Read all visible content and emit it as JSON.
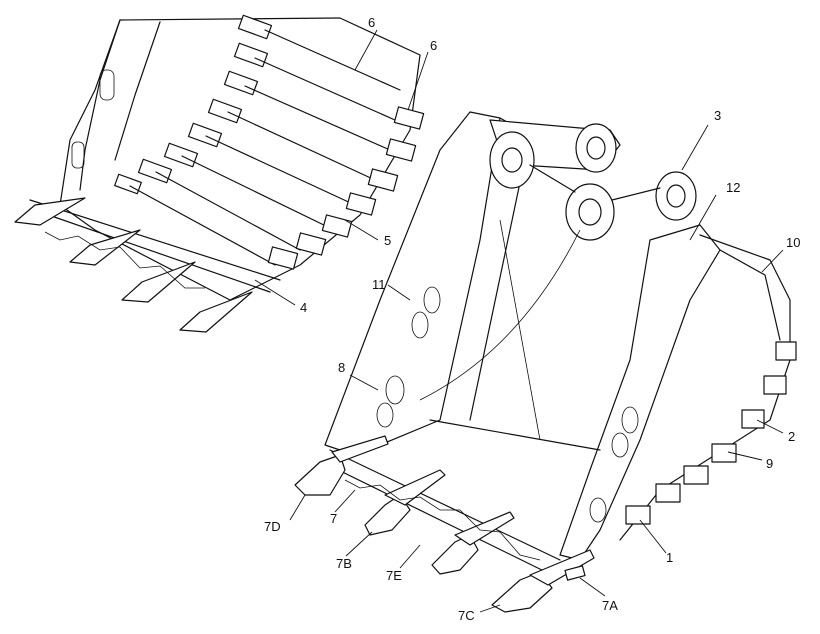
{
  "callouts": {
    "c1": "1",
    "c2": "2",
    "c3": "3",
    "c4": "4",
    "c5": "5",
    "c6a": "6",
    "c6b": "6",
    "c7": "7",
    "c7a": "7A",
    "c7b": "7B",
    "c7c": "7C",
    "c7d": "7D",
    "c7e": "7E",
    "c8": "8",
    "c9": "9",
    "c10": "10",
    "c11": "11",
    "c12": "12"
  }
}
